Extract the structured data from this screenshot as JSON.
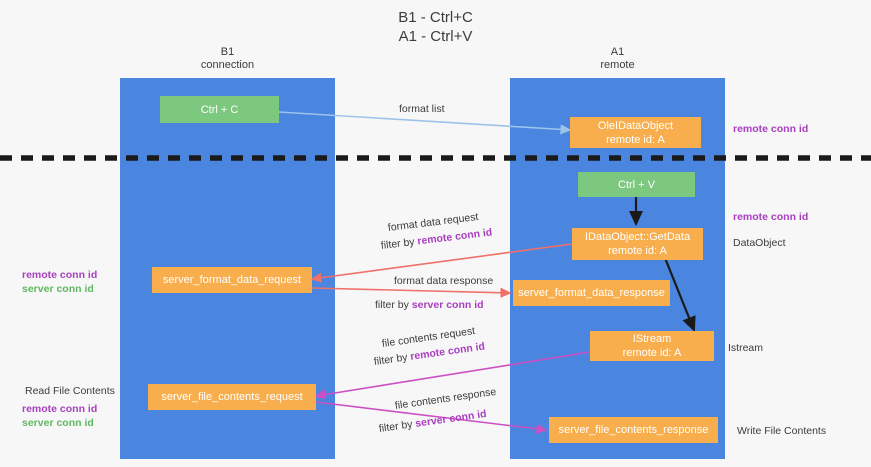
{
  "title": {
    "line1": "B1 - Ctrl+C",
    "line2": "A1 - Ctrl+V"
  },
  "lanes": [
    {
      "id": "b1",
      "name": "B1",
      "role": "connection",
      "color": "#4a86e0"
    },
    {
      "id": "a1",
      "name": "A1",
      "role": "remote",
      "color": "#4a86e0"
    }
  ],
  "colors": {
    "lane": "#4a86e0",
    "green_node": "#7dc87f",
    "orange_node": "#f8ae4c",
    "purple_text": "#a93fc0",
    "green_text": "#5fb860",
    "blue_arrow": "#9dc3ea",
    "red_arrow": "#f0706a",
    "pink_arrow": "#cc4fc4",
    "black_arrow": "#1a1a1a",
    "background": "#f7f7f7"
  },
  "nodes": {
    "ctrl_c": {
      "label": "Ctrl + C"
    },
    "ole_dataobject": {
      "line1": "OleIDataObject",
      "line2": "remote id: A"
    },
    "ctrl_v": {
      "label": "Ctrl + V"
    },
    "getdata": {
      "line1": "IDataObject::GetData",
      "line2": "remote id: A"
    },
    "server_format_data_request": {
      "label": "server_format_data_request"
    },
    "server_format_data_response": {
      "label": "server_format_data_response"
    },
    "istream": {
      "line1": "IStream",
      "line2": "remote id: A"
    },
    "server_file_contents_request": {
      "label": "server_file_contents_request"
    },
    "server_file_contents_response": {
      "label": "server_file_contents_response"
    }
  },
  "edge_labels": {
    "format_list": "format list",
    "format_data_request": "format data request",
    "format_data_request_filter_prefix": "filter by ",
    "format_data_request_filter_key": "remote conn id",
    "format_data_response": "format data response",
    "format_data_response_filter_prefix": "filter by ",
    "format_data_response_filter_key": "server conn id",
    "file_contents_request": "file contents request",
    "file_contents_request_filter_prefix": "filter by ",
    "file_contents_request_filter_key": "remote conn id",
    "file_contents_response": "file contents response",
    "file_contents_response_filter_prefix": "filter by ",
    "file_contents_response_filter_key": "server conn id"
  },
  "annotations": {
    "right_remote_conn_id_top": "remote conn id",
    "right_remote_conn_id_mid": "remote conn id",
    "right_dataobject": "DataObject",
    "right_istream": "Istream",
    "right_write_file_contents": "Write File Contents",
    "left_remote_conn_id_1": "remote conn id",
    "left_server_conn_id_1": "server conn id",
    "left_read_file_contents": "Read File Contents",
    "left_remote_conn_id_2": "remote conn id",
    "left_server_conn_id_2": "server conn id"
  }
}
